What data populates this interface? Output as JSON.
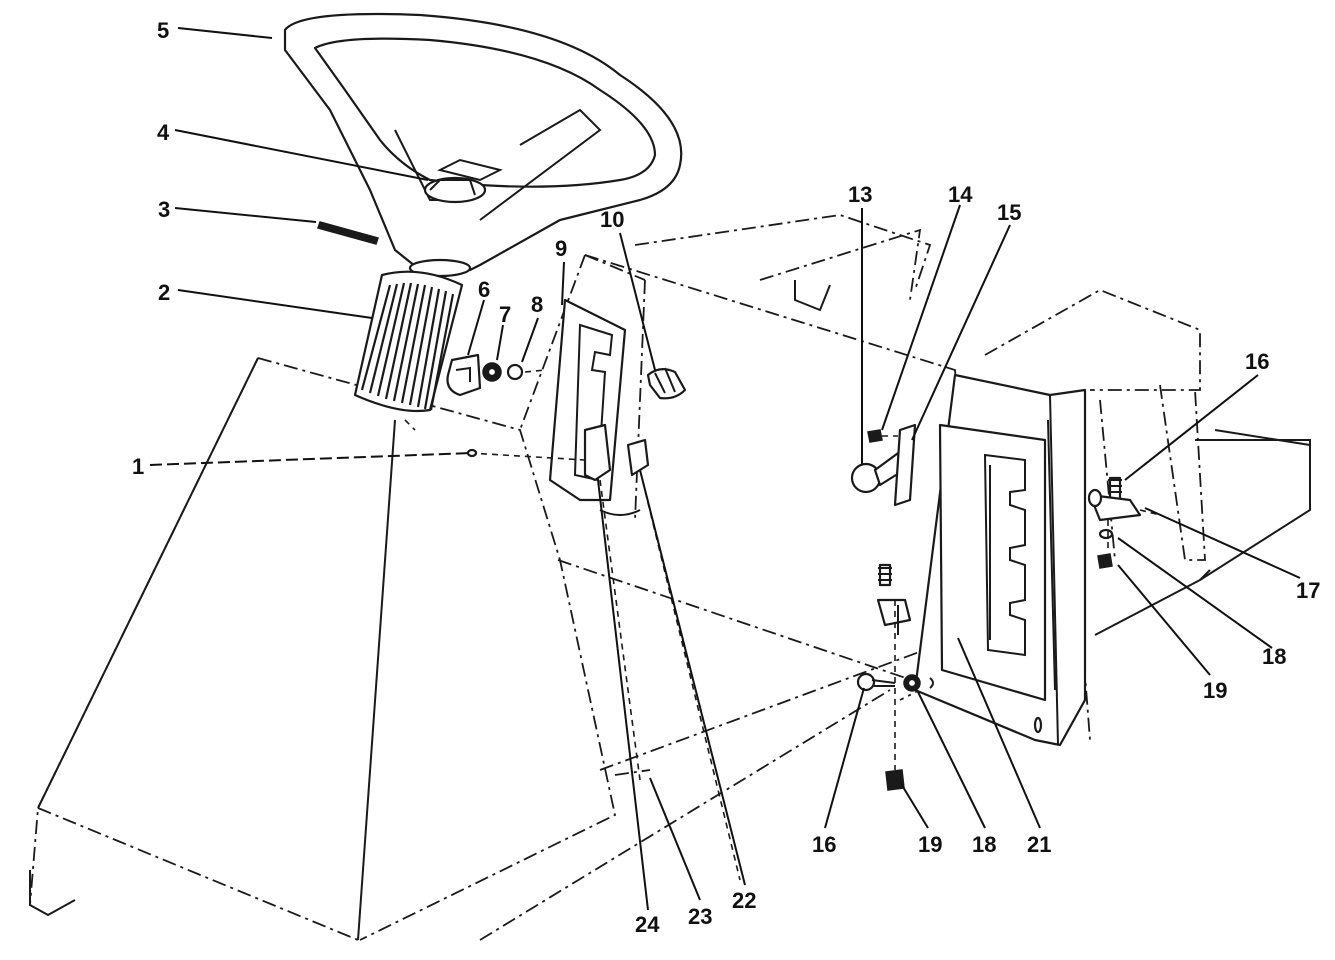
{
  "diagram": {
    "callouts": [
      {
        "id": "c1",
        "label": "1"
      },
      {
        "id": "c2",
        "label": "2"
      },
      {
        "id": "c3",
        "label": "3"
      },
      {
        "id": "c4",
        "label": "4"
      },
      {
        "id": "c5",
        "label": "5"
      },
      {
        "id": "c6",
        "label": "6"
      },
      {
        "id": "c7",
        "label": "7"
      },
      {
        "id": "c8",
        "label": "8"
      },
      {
        "id": "c9",
        "label": "9"
      },
      {
        "id": "c10",
        "label": "10"
      },
      {
        "id": "c13",
        "label": "13"
      },
      {
        "id": "c14",
        "label": "14"
      },
      {
        "id": "c15",
        "label": "15"
      },
      {
        "id": "c16a",
        "label": "16"
      },
      {
        "id": "c17",
        "label": "17"
      },
      {
        "id": "c18a",
        "label": "18"
      },
      {
        "id": "c19a",
        "label": "19"
      },
      {
        "id": "c16b",
        "label": "16"
      },
      {
        "id": "c19b",
        "label": "19"
      },
      {
        "id": "c18b",
        "label": "18"
      },
      {
        "id": "c21",
        "label": "21"
      },
      {
        "id": "c24",
        "label": "24"
      },
      {
        "id": "c23",
        "label": "23"
      },
      {
        "id": "c22",
        "label": "22"
      }
    ]
  }
}
